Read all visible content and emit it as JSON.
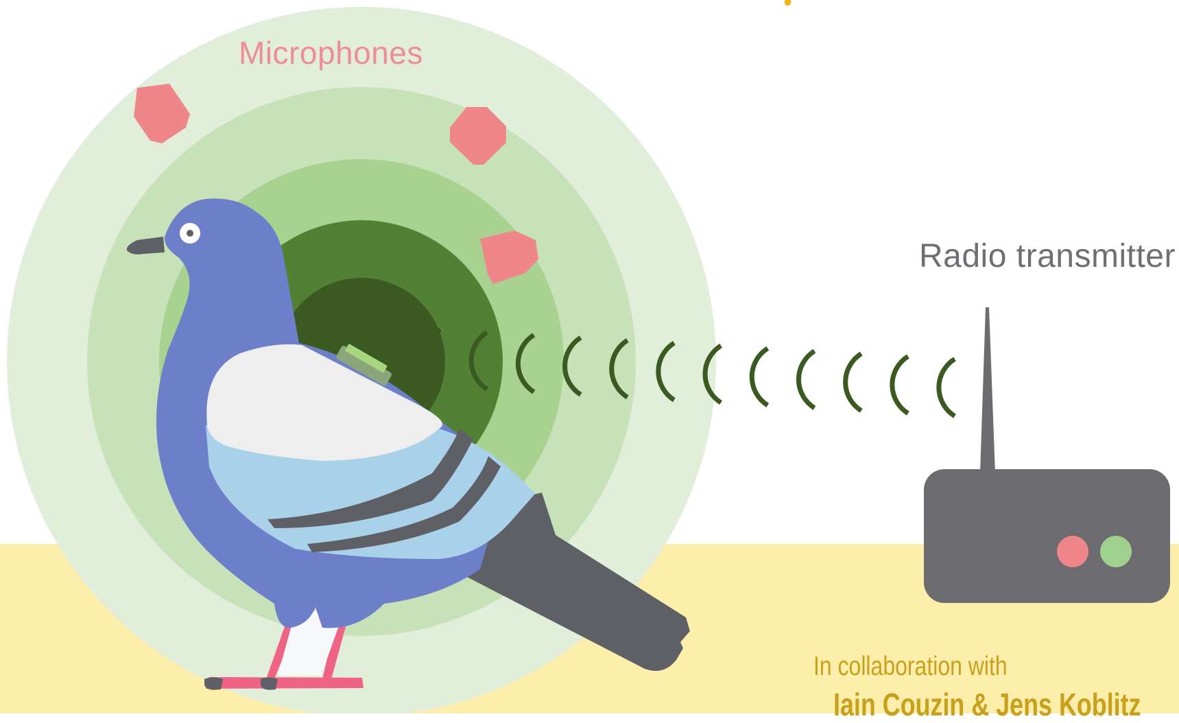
{
  "labels": {
    "microphones": "Microphones",
    "radio_transmitter": "Radio transmitter",
    "collaboration_intro": "In collaboration with",
    "collaborators": "Iain Couzin & Jens Koblitz"
  },
  "icons": [
    "pigeon-icon",
    "microphone-icon",
    "radio-transmitter-icon",
    "radio-wave-icon",
    "tracking-tag-icon"
  ],
  "colors": {
    "background": "#ffffff",
    "ground": "#fdeeab",
    "ring_outer": "#e1eeda",
    "ring_2": "#c7e1b8",
    "ring_3": "#a9d18f",
    "ring_4": "#528136",
    "ring_inner": "#3a5a22",
    "microphone": "#ef878a",
    "microphone_label": "#ef8d96",
    "radio_label": "#6f6e73",
    "radio_body": "#6c6b6f",
    "wave": "#3a5a22",
    "pigeon_body": "#6c7fc8",
    "pigeon_breast": "#eeeeee",
    "pigeon_wing": "#a9d1e9",
    "pigeon_dark": "#5f6066",
    "pigeon_feet": "#ef6384",
    "led_red": "#ef868a",
    "led_green": "#a0d08d",
    "collab_text": "#c9a01b",
    "top_mark": "#f3b512"
  }
}
